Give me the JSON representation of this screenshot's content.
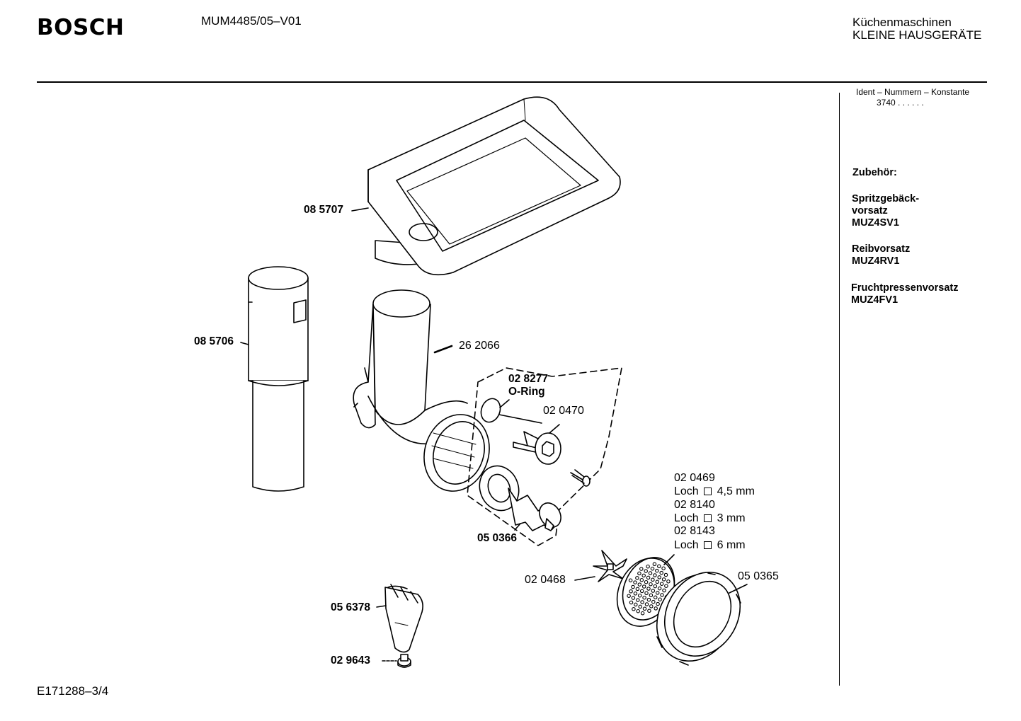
{
  "header": {
    "brand": "BOSCH",
    "model": "MUM4485/05–V01",
    "category_line1": "Küchenmaschinen",
    "category_line2": "KLEINE HAUSGERÄTE"
  },
  "ident": {
    "title": "Ident – Nummern – Konstante",
    "value": "3740 . . . . . ."
  },
  "sidebar": {
    "heading": "Zubehör:",
    "groups": [
      {
        "line1": "Spritzgebäck-",
        "line2": "vorsatz",
        "code": "MUZ4SV1"
      },
      {
        "line1": "Reibvorsatz",
        "code": "MUZ4RV1"
      },
      {
        "line1": "Fruchtpressenvorsatz",
        "code": "MUZ4FV1"
      }
    ]
  },
  "parts": {
    "tray": "08 5707",
    "pusher": "08 5706",
    "housing": "26 2066",
    "oring_num": "02 8277",
    "oring_name": "O-Ring",
    "bearing": "02 0470",
    "worm": "05 0366",
    "disc_a_num": "02 0469",
    "disc_a_hole": "Loch",
    "disc_a_size": "4,5 mm",
    "disc_b_num": "02 8140",
    "disc_b_hole": "Loch",
    "disc_b_size": "3 mm",
    "disc_c_num": "02 8143",
    "disc_c_hole": "Loch",
    "disc_c_size": "6 mm",
    "knife": "02 0468",
    "ring": "05 0365",
    "nozzle": "05 6378",
    "knob": "02 9643"
  },
  "footer": {
    "doc_id": "E171288–3/4"
  }
}
